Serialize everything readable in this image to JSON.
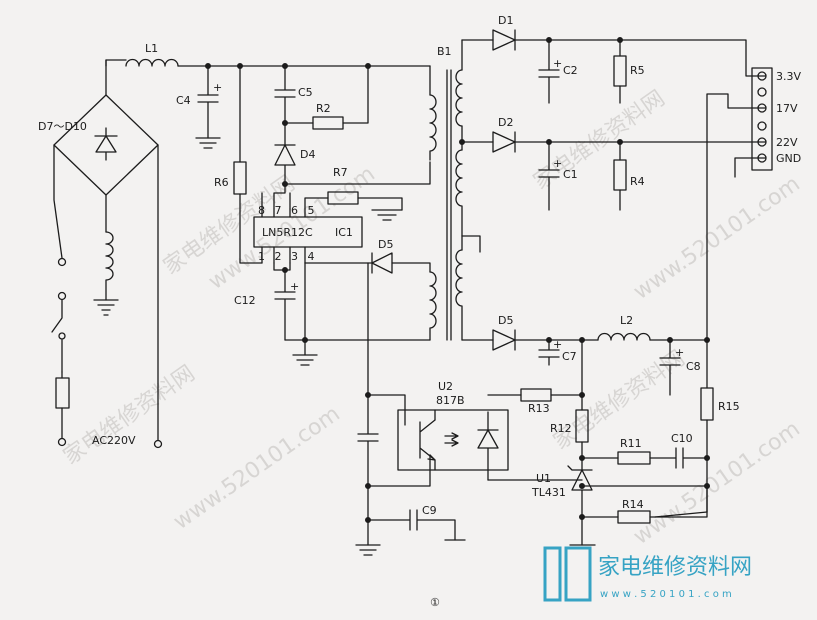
{
  "labels": {
    "L1": "L1",
    "C4": "C4",
    "D7D10": "D7～D10",
    "R6": "R6",
    "C5": "C5",
    "R2": "R2",
    "D4": "D4",
    "R7": "R7",
    "IC_name": "LN5R12C",
    "IC1": "IC1",
    "pins_top": "8 7 6 5",
    "pins_bot": "1 2 3 4",
    "D5a": "D5",
    "C12": "C12",
    "B1": "B1",
    "D1": "D1",
    "C2": "C2",
    "R5": "R5",
    "D2": "D2",
    "C1": "C1",
    "R4": "R4",
    "D5b": "D5",
    "C7": "C7",
    "L2": "L2",
    "C8": "C8",
    "R15": "R15",
    "U2": "U2",
    "opto": "817B",
    "R13": "R13",
    "R12": "R12",
    "R11": "R11",
    "C10": "C10",
    "U1": "U1",
    "TL431": "TL431",
    "R14": "R14",
    "C9": "C9",
    "AC": "AC220V",
    "fig": "①"
  },
  "connector": {
    "pins": [
      "3.3V",
      "17V",
      "22V",
      "GND"
    ]
  },
  "watermark": {
    "text": "家电维修资料网",
    "url": "www.520101.com"
  },
  "logo": {
    "text": "家电维修资料网",
    "url": "w w w . 5 2 0 1 0 1 . c o m"
  },
  "colors": {
    "ink": "#1c1c1c",
    "paper": "#f3f2f1",
    "watermark": "#d7d5d3",
    "logo": "#36a3c4"
  }
}
